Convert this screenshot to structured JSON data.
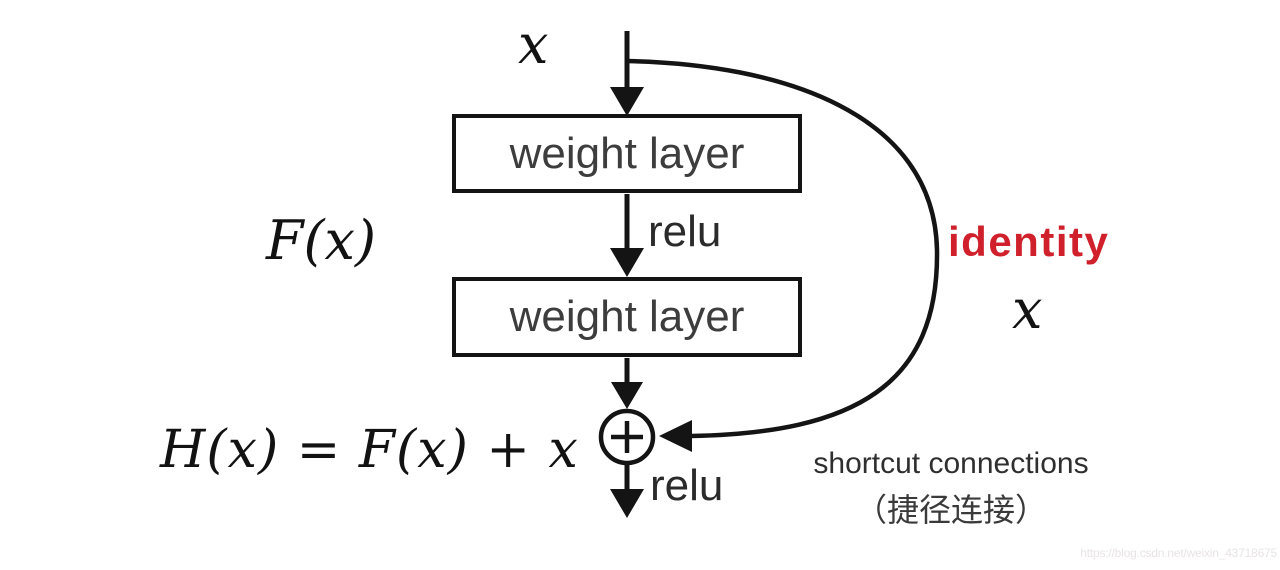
{
  "diagram": {
    "type": "flow-diagram",
    "subject": "ResNet residual learning block",
    "input_label": "x",
    "box1_label": "weight layer",
    "box2_label": "weight layer",
    "relu_mid_label": "relu",
    "relu_bottom_label": "relu",
    "residual_function_label": "F(x)",
    "output_equation": "H(x) = F(x) + x",
    "plus_operator": "+",
    "identity_label": "identity",
    "identity_value_label": "x",
    "shortcut_label_en": "shortcut connections",
    "shortcut_label_zh": "（捷径连接）",
    "colors": {
      "background": "#ffffff",
      "line_black": "#141414",
      "box_text_gray": "#3d3d3d",
      "identity_red": "#cf202b",
      "label_dark": "#2f2f2f",
      "watermark_gray": "#e8e4e4"
    }
  },
  "watermark": {
    "text": "https://blog.csdn.net/weixin_43718675"
  }
}
